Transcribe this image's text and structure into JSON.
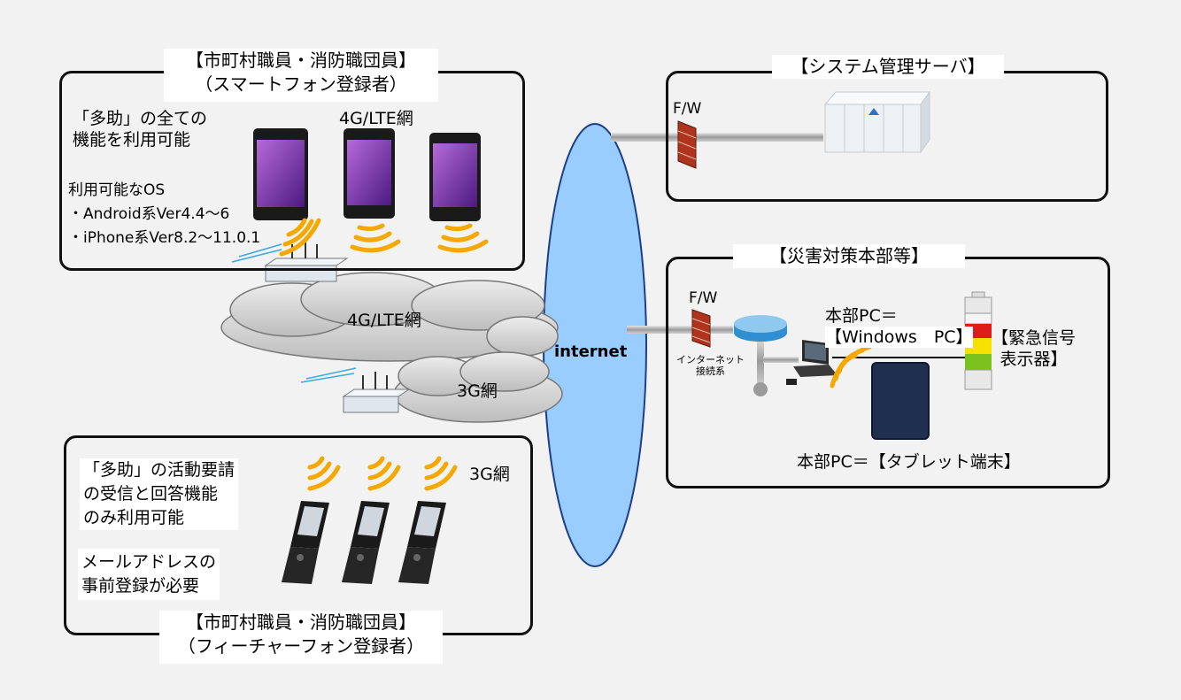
{
  "colors": {
    "internet_fill": "#99ccff",
    "wifi": "#f5a800",
    "cloud": "#d9d9d9",
    "phone_screen": "#8a2fbf",
    "firewall": "#b0331e",
    "tablet": "#1f2f4f",
    "signal_red": "#e01b1b",
    "signal_yellow": "#f5e000",
    "signal_green": "#7cc21f"
  },
  "smartphone_group": {
    "title_line1": "【市町村職員・消防職団員】",
    "title_line2": "（スマートフォン登録者）",
    "feature_line1": "「多助」の全ての",
    "feature_line2": "機能を利用可能",
    "network_label": "4G/LTE網",
    "os_heading": "利用可能なOS",
    "os_android": "・Android系Ver4.4～6",
    "os_iphone": "・iPhone系Ver8.2～11.0.1"
  },
  "networks": {
    "lte_cloud": "4G/LTE網",
    "g3_cloud": "3G網",
    "internet": "internet"
  },
  "feature_group": {
    "title_line1": "【市町村職員・消防職団員】",
    "title_line2": "（フィーチャーフォン登録者）",
    "feature_line1": "「多助」の活動要請",
    "feature_line2": "の受信と回答機能",
    "feature_line3": "のみ利用可能",
    "mail_line1": "メールアドレスの",
    "mail_line2": "事前登録が必要",
    "network_label": "3G網"
  },
  "server_group": {
    "title": "【システム管理サーバ】",
    "fw_label": "F/W"
  },
  "hq_group": {
    "title": "【災害対策本部等】",
    "fw_label": "F/W",
    "gateway_line1": "インターネット",
    "gateway_line2": "接続系",
    "pc_line1": "本部PC＝",
    "pc_line2": "【Windows　PC】",
    "signal_line1": "【緊急信号",
    "signal_line2": "表示器】",
    "tablet_label": "本部PC＝【タブレット端末】"
  }
}
